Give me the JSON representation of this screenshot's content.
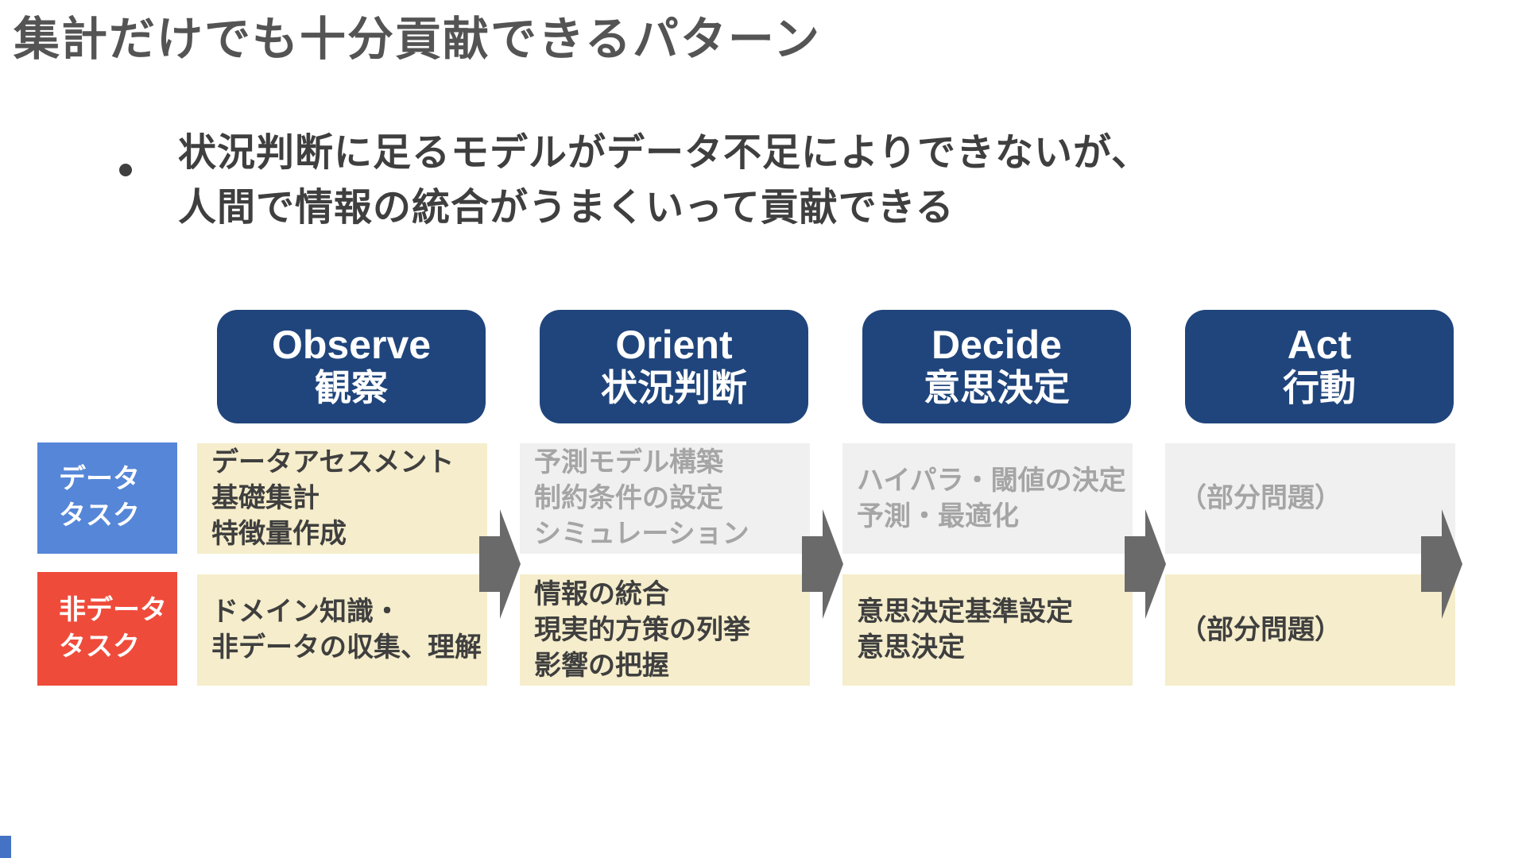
{
  "slide": {
    "title": "集計だけでも十分貢献できるパターン",
    "bullet": {
      "line1": "状況判断に足るモデルがデータ不足によりできないが、",
      "line2": "人間で情報の統合がうまくいって貢献できる"
    }
  },
  "diagram": {
    "headers": [
      {
        "en": "Observe",
        "ja": "観察"
      },
      {
        "en": "Orient",
        "ja": "状況判断"
      },
      {
        "en": "Decide",
        "ja": "意思決定"
      },
      {
        "en": "Act",
        "ja": "行動"
      }
    ],
    "row_labels": [
      {
        "line1": "データ",
        "line2": "タスク"
      },
      {
        "line1": "非データ",
        "line2": "タスク"
      }
    ],
    "data_task_cells": [
      {
        "line1": "データアセスメント",
        "line2": "基礎集計",
        "line3": "特徴量作成"
      },
      {
        "line1": "予測モデル構築",
        "line2": "制約条件の設定",
        "line3": "シミュレーション"
      },
      {
        "line1": "ハイパラ・閾値の決定",
        "line2": "予測・最適化"
      },
      {
        "line1": "（部分問題）"
      }
    ],
    "non_data_task_cells": [
      {
        "line1": "ドメイン知識・",
        "line2": "非データの収集、理解"
      },
      {
        "line1": "情報の統合",
        "line2": "現実的方策の列挙",
        "line3": "影響の把握"
      },
      {
        "line1": "意思決定基準設定",
        "line2": "意思決定"
      },
      {
        "line1": "（部分問題）"
      }
    ],
    "colors": {
      "header_bg": "#20457C",
      "data_label_bg": "#5586D8",
      "non_data_label_bg": "#EF4B3B",
      "active_cell_bg": "#F5EDCB",
      "inactive_cell_bg": "#F0F0F0",
      "active_text": "#3F3F3F",
      "inactive_text": "#A5A5A5",
      "arrow": "#6A6A6A",
      "title_text": "#545454",
      "corner_accent": "#4472C4"
    }
  }
}
